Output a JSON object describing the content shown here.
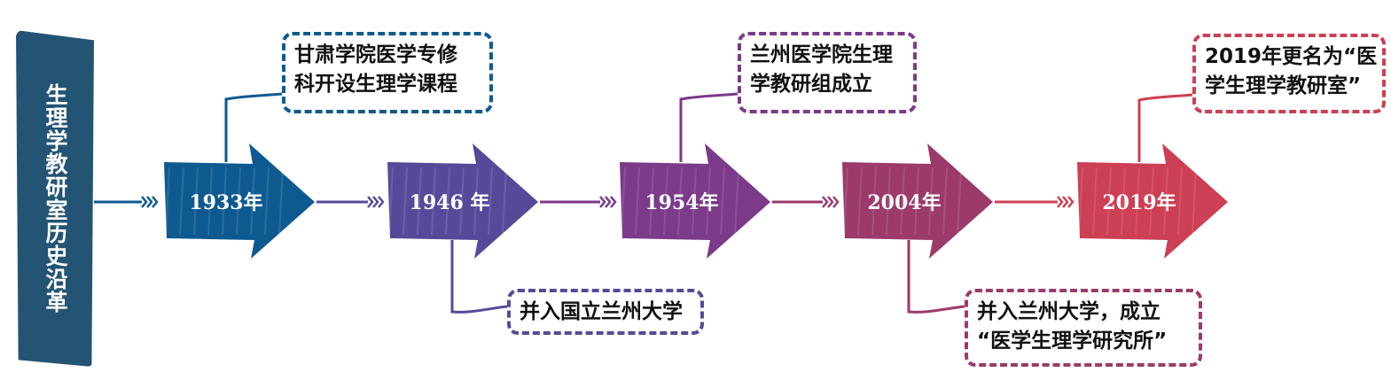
{
  "title": "生理学教研室历史沿革",
  "colors": {
    "title_bg": "#235473",
    "milestones": [
      "#0e5a90",
      "#57499a",
      "#7b3a8a",
      "#9b3a6b",
      "#cc3f54"
    ]
  },
  "milestones": [
    {
      "year": "1933年",
      "note": [
        "甘肃学院医学专修",
        "科开设生理学课程"
      ],
      "position": "above"
    },
    {
      "year": "1946 年",
      "note": [
        "并入国立兰州大学"
      ],
      "position": "below"
    },
    {
      "year": "1954年",
      "note": [
        "兰州医学院生理",
        "学教研组成立"
      ],
      "position": "above"
    },
    {
      "year": "2004年",
      "note": [
        "并入兰州大学，成立",
        "“医学生理学研究所”"
      ],
      "position": "below"
    },
    {
      "year": "2019年",
      "note": [
        "2019年更名为“医",
        "学生理学教研室”"
      ],
      "position": "above"
    }
  ]
}
